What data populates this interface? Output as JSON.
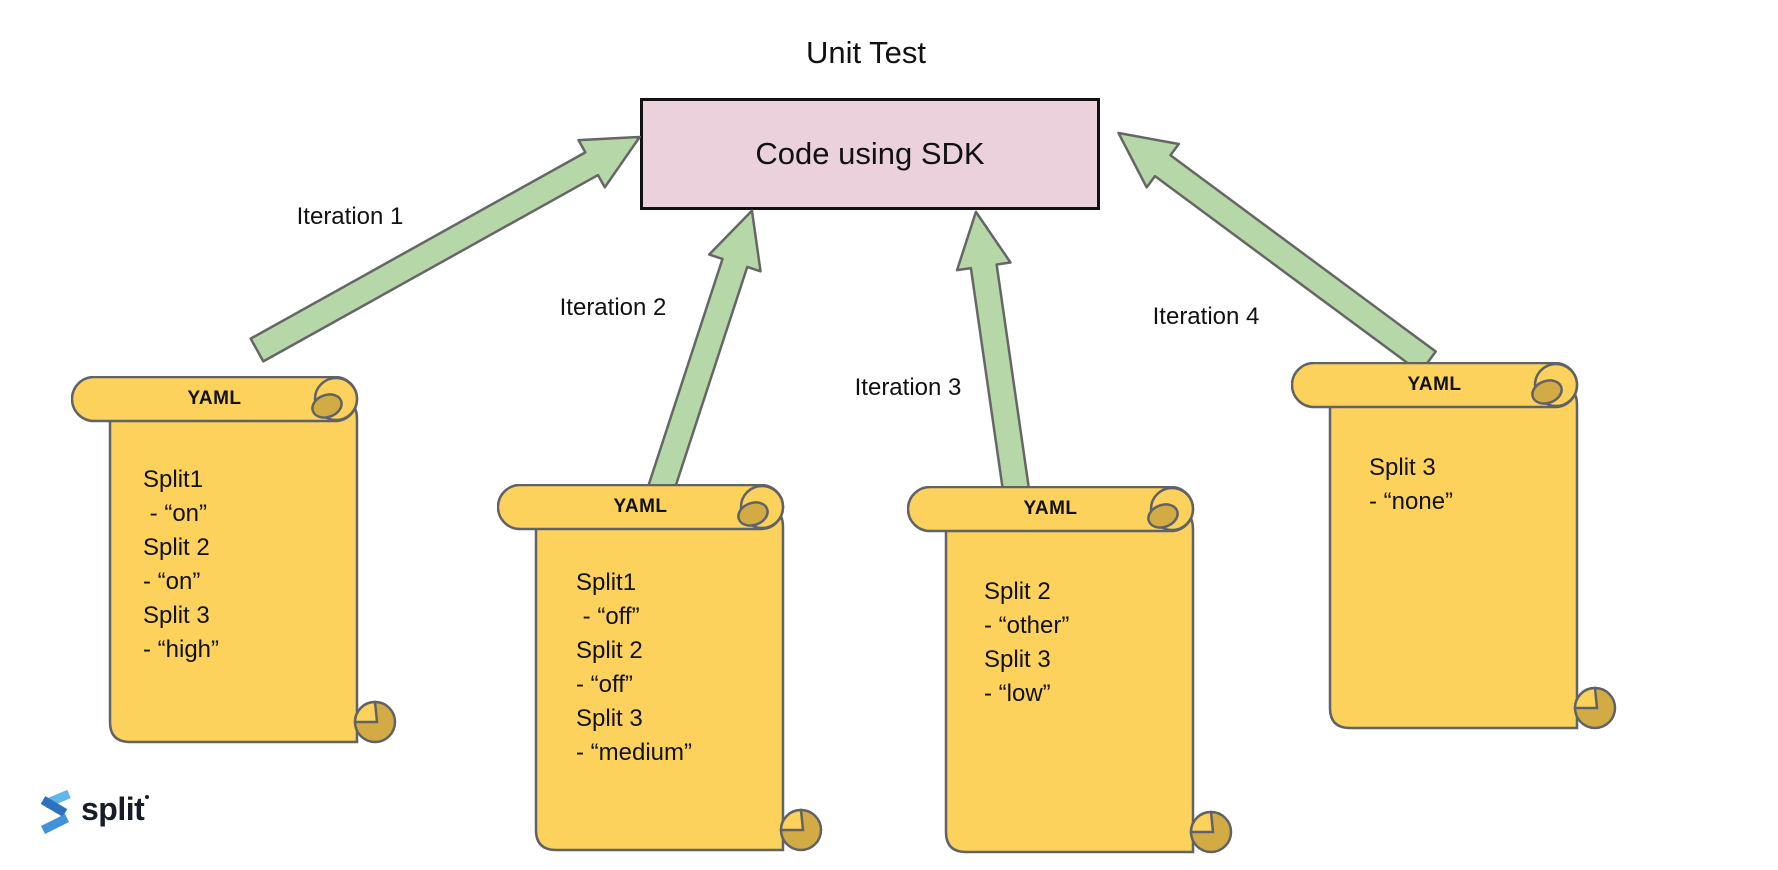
{
  "title": "Unit Test",
  "box": {
    "label": "Code using SDK"
  },
  "arrows": [
    {
      "label": "Iteration 1"
    },
    {
      "label": "Iteration 2"
    },
    {
      "label": "Iteration 3"
    },
    {
      "label": "Iteration 4"
    }
  ],
  "scrolls": [
    {
      "header": "YAML",
      "lines": [
        "Split1",
        " - “on”",
        "Split 2",
        "- “on”",
        "Split 3",
        "- “high”"
      ]
    },
    {
      "header": "YAML",
      "lines": [
        "Split1",
        " - “off”",
        "Split 2",
        "- “off”",
        "Split 3",
        "- “medium”"
      ]
    },
    {
      "header": "YAML",
      "lines": [
        "Split 2",
        "- “other”",
        "Split 3",
        "- “low”"
      ]
    },
    {
      "header": "YAML",
      "lines": [
        "Split 3",
        "- “none”"
      ]
    }
  ],
  "logo": {
    "text": "split",
    "icon": "split-logo-icon"
  },
  "colors": {
    "scroll_yellow": "#fcd25c",
    "scroll_curl_dark": "#d2ab44",
    "scroll_outline": "#5f6368",
    "arrow_green": "#b6d7a8",
    "arrow_outline": "#666666",
    "box_pink": "#ead1dc",
    "box_border": "#111111",
    "text": "#111111",
    "logo_blue_light": "#61b6ea",
    "logo_blue_dark": "#2e71bd",
    "logo_blue_mid": "#3f93d6"
  }
}
